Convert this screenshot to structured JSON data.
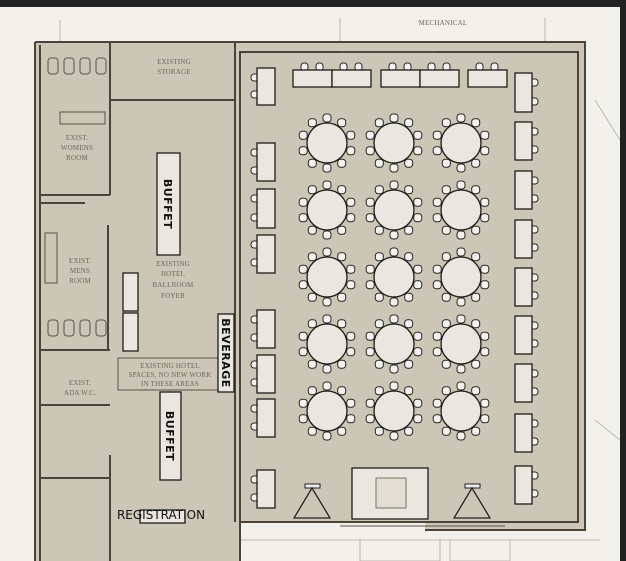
{
  "plan": {
    "labels": {
      "mechanical": "MECHANICAL",
      "storage_1": "EXISTING",
      "storage_2": "STORAGE",
      "womens_1": "EXIST.",
      "womens_2": "WOMENS",
      "womens_3": "ROOM",
      "mens_1": "EXIST.",
      "mens_2": "MENS",
      "mens_3": "ROOM",
      "foyer_1": "EXISTING",
      "foyer_2": "HOTEL",
      "foyer_3": "BALLROOM",
      "foyer_4": "FOYER",
      "ada_1": "EXIST.",
      "ada_2": "ADA W.C.",
      "note_1": "EXISTING HOTEL",
      "note_2": "SPACES, NO NEW WORK",
      "note_3": "IN THESE AREAS",
      "buffet_1": "BUFFET",
      "buffet_2": "BUFFET",
      "beverage": "BEVERAGE",
      "registration": "REGISTRATION"
    },
    "colors": {
      "floor": "#ccc6b6",
      "table": "#e9e7e0",
      "wall": "#4a4438",
      "background": "#f2f1ec"
    }
  }
}
